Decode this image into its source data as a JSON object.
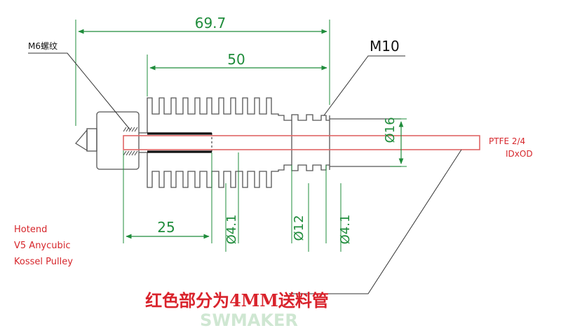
{
  "diagram": {
    "dimensions": {
      "total_length": "69.7",
      "heatsink_length": "50",
      "throat_length": "25",
      "bore_left": "Ø4.1",
      "bore_center": "Ø12",
      "bore_right": "Ø4.1",
      "tube_diameter": "Ø16"
    },
    "labels": {
      "thread_m6": "M6螺纹",
      "thread_m10": "M10",
      "ptfe_line1": "PTFE 2/4",
      "ptfe_line2": "IDxOD"
    },
    "product": {
      "line1": "Hotend",
      "line2": "V5 Anycubic",
      "line3": "Kossel Pulley"
    },
    "caption": "红色部分为4MM送料管",
    "watermark": "SWMAKER",
    "colors": {
      "dimension": "#1f8c3b",
      "ptfe": "#e06666",
      "caption": "#d9232c",
      "outline": "#555555"
    }
  }
}
